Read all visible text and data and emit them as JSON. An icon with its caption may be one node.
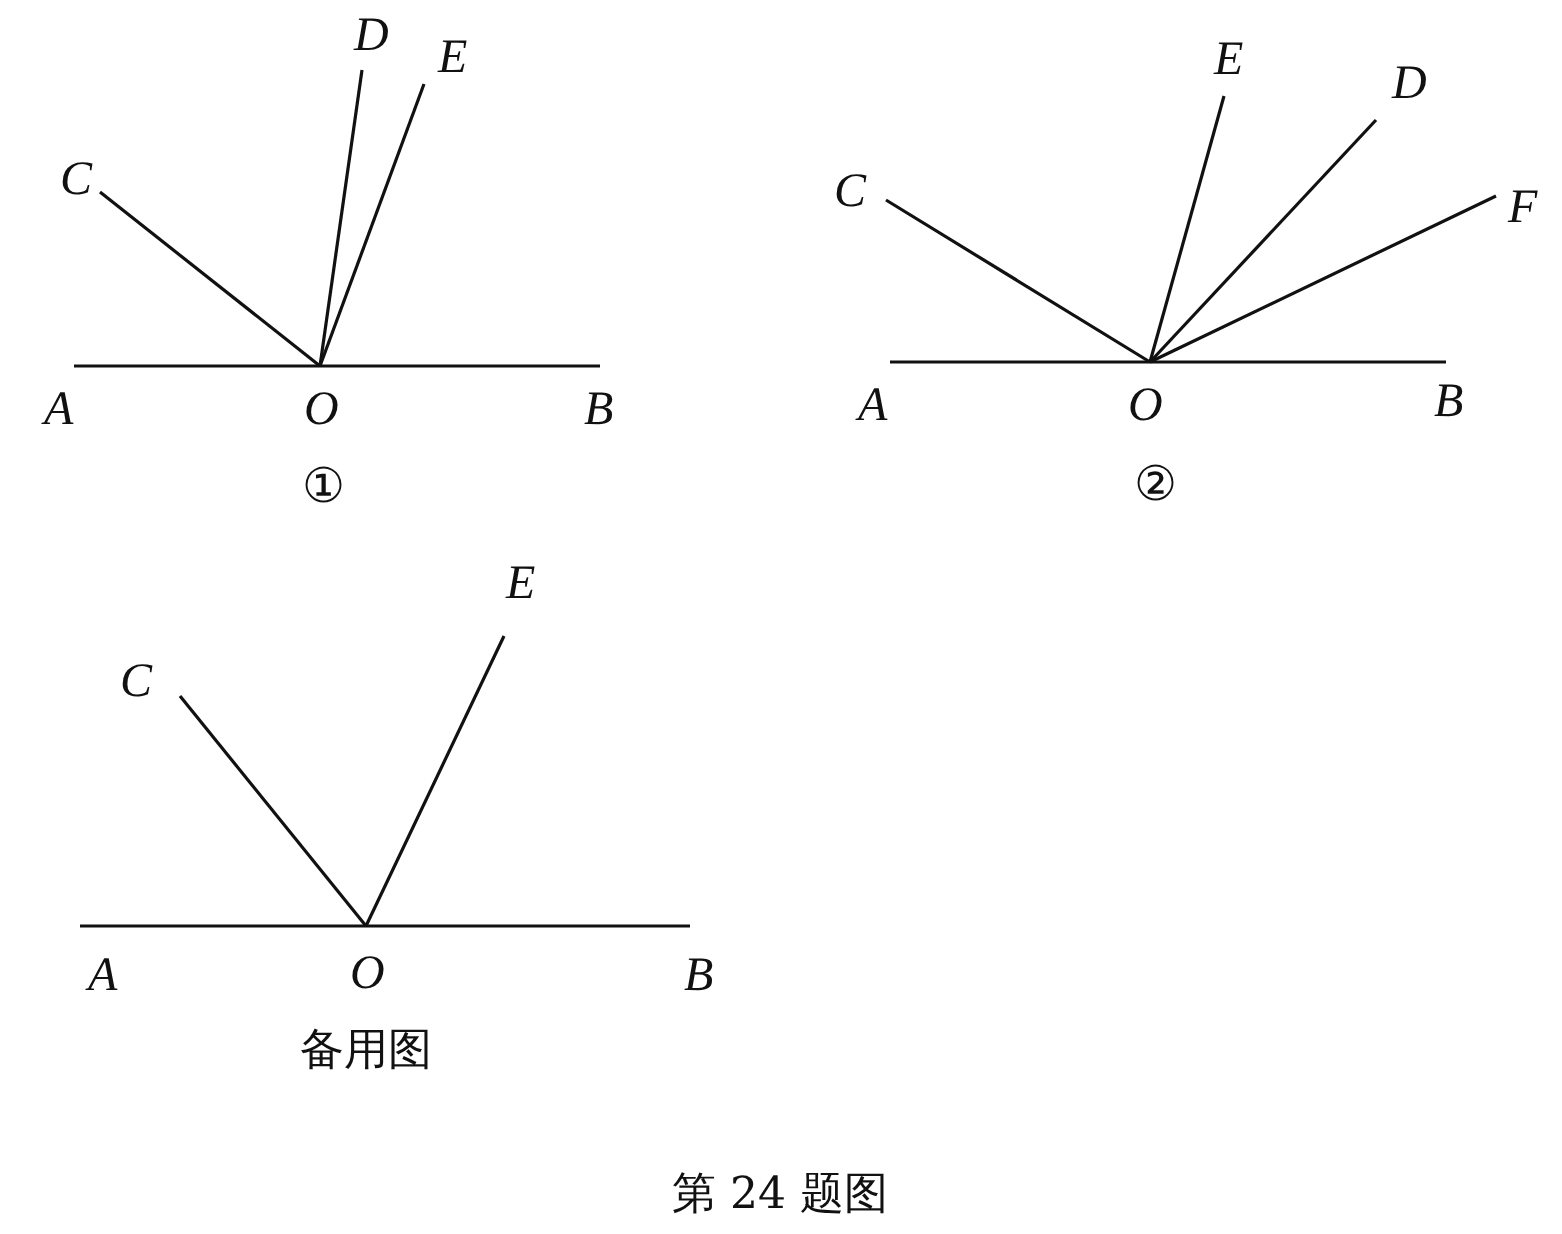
{
  "diagram": {
    "nodes": [
      {
        "text": [
          "*A*"
        ]
      },
      {
        "text": [
          "*O*"
        ]
      },
      {
        "text": [
          "*B*"
        ]
      },
      {
        "text": [
          "*C*"
        ]
      },
      {
        "text": [
          "*D*"
        ]
      },
      {
        "text": [
          "*E*"
        ]
      },
      {
        "text": [
          "*A*"
        ]
      },
      {
        "text": [
          "*O*"
        ]
      },
      {
        "text": [
          "*B*"
        ]
      },
      {
        "text": [
          "*C*"
        ]
      },
      {
        "text": [
          "*E*"
        ]
      },
      {
        "text": [
          "*D*"
        ]
      },
      {
        "text": [
          "*F*"
        ]
      },
      {
        "text": [
          "*A*"
        ]
      },
      {
        "text": [
          "*O*"
        ]
      },
      {
        "text": [
          "*B*"
        ]
      },
      {
        "text": [
          "*C*"
        ]
      },
      {
        "text": [
          "*E*"
        ]
      }
    ],
    "edges": [
      {
        "from": 0,
        "to": 1,
        "arrow": "none"
      },
      {
        "from": 1,
        "to": 2,
        "arrow": "none"
      },
      {
        "from": 1,
        "to": 3,
        "arrow": "none"
      },
      {
        "from": 1,
        "to": 4,
        "arrow": "none"
      },
      {
        "from": 1,
        "to": 5,
        "arrow": "none"
      },
      {
        "from": 6,
        "to": 7,
        "arrow": "none"
      },
      {
        "from": 7,
        "to": 8,
        "arrow": "none"
      },
      {
        "from": 7,
        "to": 9,
        "arrow": "none"
      },
      {
        "from": 7,
        "to": 10,
        "arrow": "none"
      },
      {
        "from": 7,
        "to": 11,
        "arrow": "none"
      },
      {
        "from": 7,
        "to": 12,
        "arrow": "none"
      },
      {
        "from": 13,
        "to": 14,
        "arrow": "none"
      },
      {
        "from": 14,
        "to": 15,
        "arrow": "none"
      },
      {
        "from": 14,
        "to": 16,
        "arrow": "none"
      },
      {
        "from": 14,
        "to": 17,
        "arrow": "none"
      }
    ],
    "labels": [
      "①",
      "②",
      "备用图",
      "第 24 题图"
    ]
  }
}
